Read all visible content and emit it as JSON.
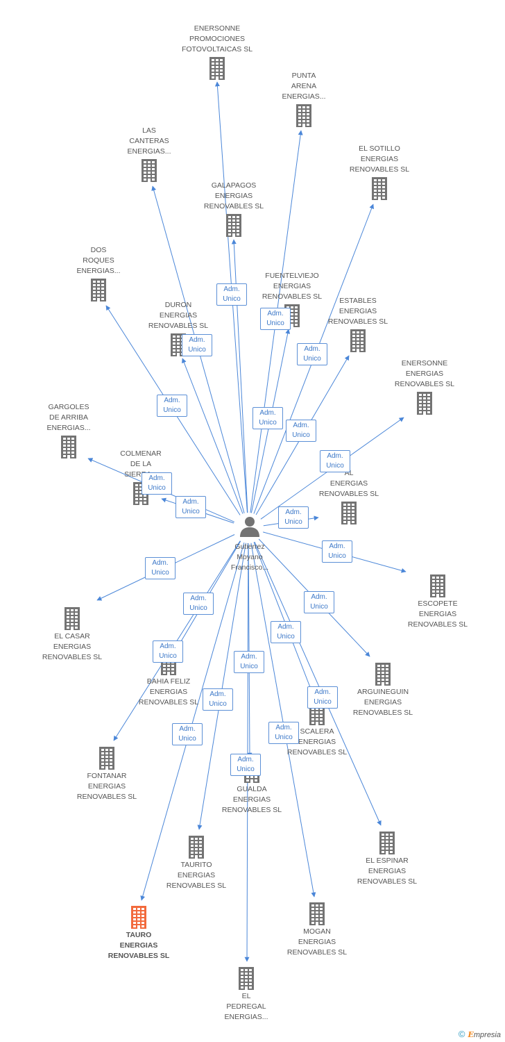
{
  "colors": {
    "edge": "#4a86d8",
    "node": "#737373",
    "highlight": "#f26a3c",
    "label_text": "#3c78c8"
  },
  "center": {
    "lines": [
      "Gutierrez",
      "Moyano",
      "Francisco..."
    ],
    "icon": "person-icon"
  },
  "relation_label": [
    "Adm.",
    "Unico"
  ],
  "nodes": [
    {
      "id": "enersonne-promociones",
      "lines": [
        "ENERSONNE",
        "PROMOCIONES",
        "FOTOVOLTAICAS SL"
      ],
      "icon": "building-icon"
    },
    {
      "id": "punta-arena",
      "lines": [
        "PUNTA",
        "ARENA",
        "ENERGIAS..."
      ],
      "icon": "building-icon"
    },
    {
      "id": "las-canteras",
      "lines": [
        "LAS",
        "CANTERAS",
        "ENERGIAS..."
      ],
      "icon": "building-icon"
    },
    {
      "id": "el-sotillo",
      "lines": [
        "EL SOTILLO",
        "ENERGIAS",
        "RENOVABLES SL"
      ],
      "icon": "building-icon"
    },
    {
      "id": "galapagos",
      "lines": [
        "GALAPAGOS",
        "ENERGIAS",
        "RENOVABLES SL"
      ],
      "icon": "building-icon"
    },
    {
      "id": "dos-roques",
      "lines": [
        "DOS",
        "ROQUES",
        "ENERGIAS..."
      ],
      "icon": "building-icon"
    },
    {
      "id": "fuentelviejo",
      "lines": [
        "FUENTELVIEJO",
        "ENERGIAS",
        "RENOVABLES SL"
      ],
      "icon": "building-icon"
    },
    {
      "id": "duron",
      "lines": [
        "DURON",
        "ENERGIAS",
        "RENOVABLES SL"
      ],
      "icon": "building-icon"
    },
    {
      "id": "estables",
      "lines": [
        "ESTABLES",
        "ENERGIAS",
        "RENOVABLES SL"
      ],
      "icon": "building-icon"
    },
    {
      "id": "enersonne-energias",
      "lines": [
        "ENERSONNE",
        "ENERGIAS",
        "RENOVABLES SL"
      ],
      "icon": "building-icon"
    },
    {
      "id": "gargoles",
      "lines": [
        "GARGOLES",
        "DE ARRIBA",
        "ENERGIAS..."
      ],
      "icon": "building-icon"
    },
    {
      "id": "colmenar",
      "lines": [
        "COLMENAR",
        "DE LA",
        "SIERRA..."
      ],
      "icon": "building-icon"
    },
    {
      "id": "al",
      "lines": [
        "AL",
        "ENERGIAS",
        "RENOVABLES SL"
      ],
      "icon": "building-icon"
    },
    {
      "id": "escopete",
      "lines": [
        "ESCOPETE",
        "ENERGIAS",
        "RENOVABLES SL"
      ],
      "icon": "building-icon"
    },
    {
      "id": "el-casar",
      "lines": [
        "EL CASAR",
        "ENERGIAS",
        "RENOVABLES SL"
      ],
      "icon": "building-icon"
    },
    {
      "id": "arguineguin",
      "lines": [
        "ARGUINEGUIN",
        "ENERGIAS",
        "RENOVABLES SL"
      ],
      "icon": "building-icon"
    },
    {
      "id": "bahia-feliz",
      "lines": [
        "BAHIA FELIZ",
        "ENERGIAS",
        "RENOVABLES SL"
      ],
      "icon": "building-icon"
    },
    {
      "id": "scalera",
      "lines": [
        "SCALERA",
        "ENERGIAS",
        "RENOVABLES SL"
      ],
      "icon": "building-icon"
    },
    {
      "id": "fontanar",
      "lines": [
        "FONTANAR",
        "ENERGIAS",
        "RENOVABLES SL"
      ],
      "icon": "building-icon"
    },
    {
      "id": "gualda",
      "lines": [
        "GUALDA",
        "ENERGIAS",
        "RENOVABLES SL"
      ],
      "icon": "building-icon"
    },
    {
      "id": "el-espinar",
      "lines": [
        "EL ESPINAR",
        "ENERGIAS",
        "RENOVABLES SL"
      ],
      "icon": "building-icon"
    },
    {
      "id": "taurito",
      "lines": [
        "TAURITO",
        "ENERGIAS",
        "RENOVABLES SL"
      ],
      "icon": "building-icon"
    },
    {
      "id": "tauro",
      "lines": [
        "TAURO",
        "ENERGIAS",
        "RENOVABLES SL"
      ],
      "icon": "building-icon",
      "highlight": true
    },
    {
      "id": "mogan",
      "lines": [
        "MOGAN",
        "ENERGIAS",
        "RENOVABLES SL"
      ],
      "icon": "building-icon"
    },
    {
      "id": "el-pedregal",
      "lines": [
        "EL",
        "PEDREGAL",
        "ENERGIAS..."
      ],
      "icon": "building-icon"
    }
  ],
  "edges": [
    {
      "to": "enersonne-promociones",
      "label": "Adm. Unico"
    },
    {
      "to": "punta-arena",
      "label": "Adm. Unico"
    },
    {
      "to": "las-canteras",
      "label": "Adm. Unico"
    },
    {
      "to": "el-sotillo",
      "label": "Adm. Unico"
    },
    {
      "to": "galapagos",
      "label": "Adm. Unico"
    },
    {
      "to": "dos-roques",
      "label": "Adm. Unico"
    },
    {
      "to": "fuentelviejo",
      "label": "Adm. Unico"
    },
    {
      "to": "duron",
      "label": "Adm. Unico"
    },
    {
      "to": "estables",
      "label": "Adm. Unico"
    },
    {
      "to": "enersonne-energias",
      "label": "Adm. Unico"
    },
    {
      "to": "gargoles",
      "label": "Adm. Unico"
    },
    {
      "to": "colmenar",
      "label": "Adm. Unico"
    },
    {
      "to": "al",
      "label": "Adm. Unico"
    },
    {
      "to": "escopete",
      "label": "Adm. Unico"
    },
    {
      "to": "el-casar",
      "label": "Adm. Unico"
    },
    {
      "to": "arguineguin",
      "label": "Adm. Unico"
    },
    {
      "to": "bahia-feliz",
      "label": "Adm. Unico"
    },
    {
      "to": "scalera",
      "label": "Adm. Unico"
    },
    {
      "to": "fontanar",
      "label": "Adm. Unico"
    },
    {
      "to": "gualda",
      "label": "Adm. Unico"
    },
    {
      "to": "el-espinar",
      "label": "Adm. Unico"
    },
    {
      "to": "taurito",
      "label": "Adm. Unico"
    },
    {
      "to": "tauro",
      "label": "Adm. Unico"
    },
    {
      "to": "mogan",
      "label": "Adm. Unico"
    },
    {
      "to": "el-pedregal",
      "label": "Adm. Unico"
    }
  ],
  "footer": {
    "copyright_symbol": "©",
    "brand_initial": "E",
    "brand_rest": "mpresia"
  }
}
